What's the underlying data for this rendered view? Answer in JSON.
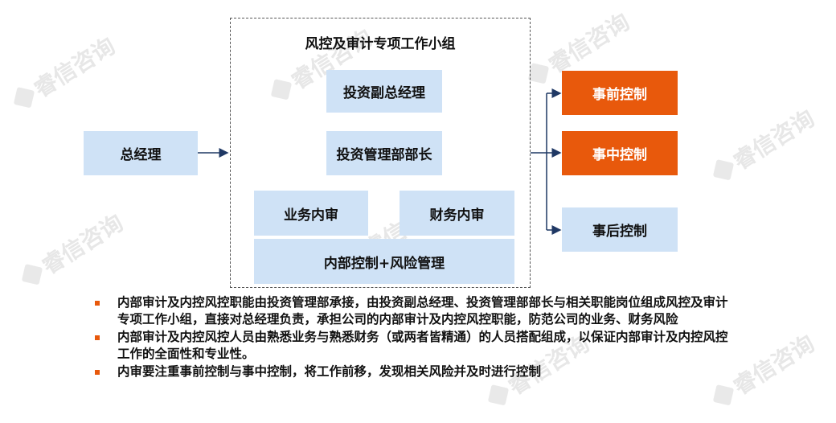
{
  "watermark": "睿信咨询",
  "left_box": "总经理",
  "group": {
    "title": "风控及审计专项工作小组",
    "members": [
      "投资副总经理",
      "投资管理部部长"
    ],
    "sub_left": "业务内审",
    "sub_right": "财务内审",
    "bottom": "内部控制+风险管理"
  },
  "outputs": [
    "事前控制",
    "事中控制",
    "事后控制"
  ],
  "colors": {
    "box_fill": "#cfe2f6",
    "accent": "#e8590c",
    "arrow": "#1f3864"
  },
  "bullets": [
    "内部审计及内控风控职能由投资管理部承接，由投资副总经理、投资管理部部长与相关职能岗位组成风控及审计专项工作小组，直接对总经理负责，承担公司的内部审计及内控风控职能，防范公司的业务、财务风险",
    "内部审计及内控风控人员由熟悉业务与熟悉财务（或两者皆精通）的人员搭配组成，以保证内部审计及内控风控工作的全面性和专业性。",
    "内审要注重事前控制与事中控制，将工作前移，发现相关风险并及时进行控制"
  ]
}
